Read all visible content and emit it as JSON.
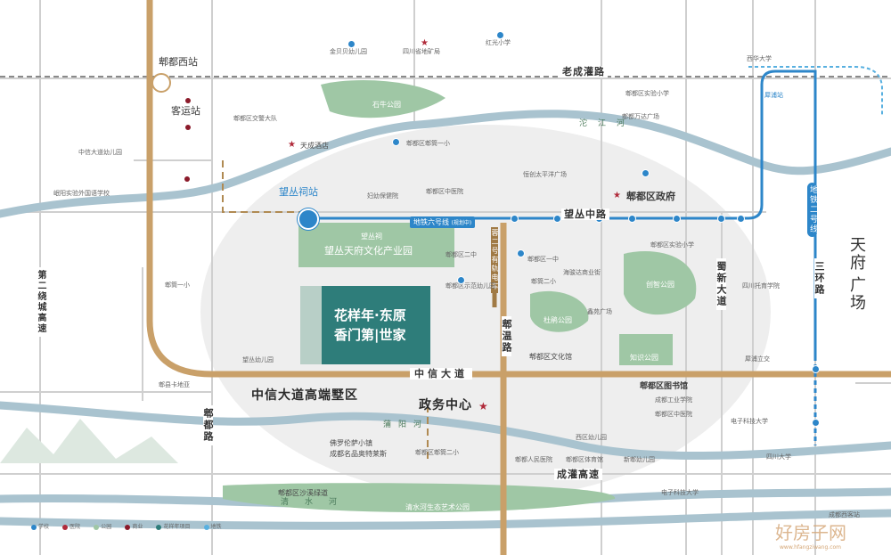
{
  "colors": {
    "metro": "#2d86c9",
    "main_road": "#c9a069",
    "river": "#a9c3cf",
    "park": "#9fc7a5",
    "project": "#2e7d7a",
    "star": "#b02a3a",
    "rail": "#9a9a9a"
  },
  "project": {
    "line1": "花样年·东原",
    "line2": "香门第|世家"
  },
  "stations": {
    "west_rail": "郫都西站",
    "wangcongci": "望丛祠站",
    "xipu": "犀浦站",
    "keyun": "客运站"
  },
  "metro": {
    "line6": "地铁六号线",
    "line6_note": "(规划中)",
    "line2": "地铁二号线",
    "tram2": "蓉二号有轨电车"
  },
  "roads": {
    "laochengguan": "老成灌路",
    "wangcongzhong": "望丛中路",
    "zhongxin": "中信大道",
    "chengguan_exp": "成灌高速",
    "pidu_wen": "郫温路",
    "pidu_lu": "郫都路",
    "shuxin": "蜀新大道",
    "ring2": "第二绕城高速",
    "ring3": "三环路",
    "tianfu_sq": "天府广场"
  },
  "rivers": {
    "tuojiang": "沱江河",
    "xiyanhe": "蒲阳河",
    "qingshui": "清水河"
  },
  "areas": {
    "gaoduan": "中信大道高端墅区",
    "zhengwu": "政务中心",
    "wenhua_park": "望丛天府文化产业园",
    "wangcongci": "望丛祠",
    "shiniu_park": "石牛公园",
    "chuangzhi_park": "创智公园",
    "duzhuan_park": "杜鹃公园",
    "zhishi_park": "知识公园",
    "shahe_park": "郫都区沙溪绿道",
    "qingshui_park": "清水河生态艺术公园"
  },
  "pois": {
    "jinbei": "金贝贝幼儿园",
    "dizhiju": "四川省地矿局",
    "hongguang": "红光小学",
    "xihua": "西华大学",
    "jiaojing": "郫都区交警大队",
    "tiancheng": "天成酒店",
    "yiyi": "郫都区郫筒一小",
    "wanda": "郫都万达广场",
    "shiyan": "郫都区实验小学",
    "taipingyang": "恒创太平洋广场",
    "zhengfu": "郫都区政府",
    "zhongxin_yey": "中信大道幼儿园",
    "pixian_school": "岷阳实验外国语学校",
    "fuyou": "妇幼保健院",
    "zhongyiyuan": "郫都区中医院",
    "erzhong": "郫都区二中",
    "yizhong": "郫都区一中",
    "haijun": "海骏达商业街",
    "ertong": "郫都区示范幼儿园",
    "pitong_er": "郫筒二小",
    "xinyuan": "鑫苑广场",
    "pitong_yi": "郫筒一小",
    "wangcong_yey": "望丛幼儿园",
    "wenhuaguan": "郫都区文化馆",
    "tushuguan": "郫都区图书馆",
    "gongye": "成都工业学院",
    "zhongyiyuan2": "郫都区中医院",
    "xiqu_yey": "西区幼儿园",
    "renmin": "郫都人民医院",
    "tiyuguan": "郫都区体育馆",
    "xinjie": "新郫幼儿园",
    "foluo": "佛罗伦萨小镇",
    "aolaisi": "成都名品奥特莱斯",
    "pitong_er2": "郫都区郫筒二小",
    "dianzi": "电子科技大学",
    "sichuan": "四川大学",
    "sichuan_tuoyu": "四川托育学院",
    "pijun": "郫县卡地亚",
    "sanjie": "犀浦立交",
    "xiqu_shiyan": "郫都区实验小学",
    "dianzi2": "电子科技大学",
    "chengdu_xi": "成都西客站",
    "tianfu": "天府",
    "guangchang": "广场"
  },
  "legend": [
    "学校",
    "医院",
    "公园",
    "商业",
    "花样年项目",
    "地铁"
  ],
  "watermark": {
    "text": "好房子网",
    "url": "www.hfangziwang.com"
  }
}
